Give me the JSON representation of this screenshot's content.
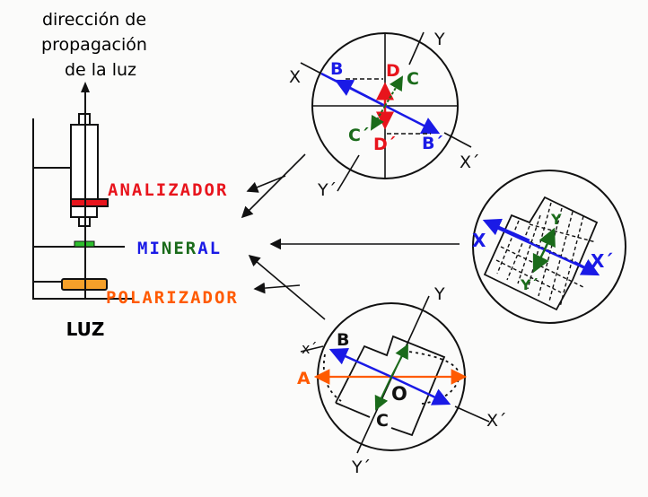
{
  "title_lines": [
    "dirección de",
    "propagación",
    "de la luz"
  ],
  "labels": {
    "analizador": "ANALIZADOR",
    "mineral": [
      "MI",
      "NER",
      "AL"
    ],
    "polarizador": "POLARIZADOR",
    "luz": "LUZ"
  },
  "top_circle": {
    "X": "X",
    "Xp": "X´",
    "Y": "Y",
    "Yp": "Y´",
    "B": "B",
    "Bp": "B´",
    "C": "C",
    "Cp": "C´",
    "D": "D",
    "Dp": "D´"
  },
  "right_circle": {
    "X": "X",
    "Xp": "X´",
    "Y": "Y",
    "Yp": "Y´"
  },
  "bottom_circle": {
    "A": "A",
    "B": "B",
    "C": "C",
    "O": "O",
    "Xp_top": "x´",
    "Xp": "X´",
    "Y": "Y",
    "Yp": "Y´"
  },
  "colors": {
    "red": "#e8141c",
    "blue": "#1a1ae6",
    "green": "#1a6b1a",
    "orange": "#ff5a00",
    "polarizer_fill": "#f5a02a",
    "stage_green": "#2ec02e"
  }
}
